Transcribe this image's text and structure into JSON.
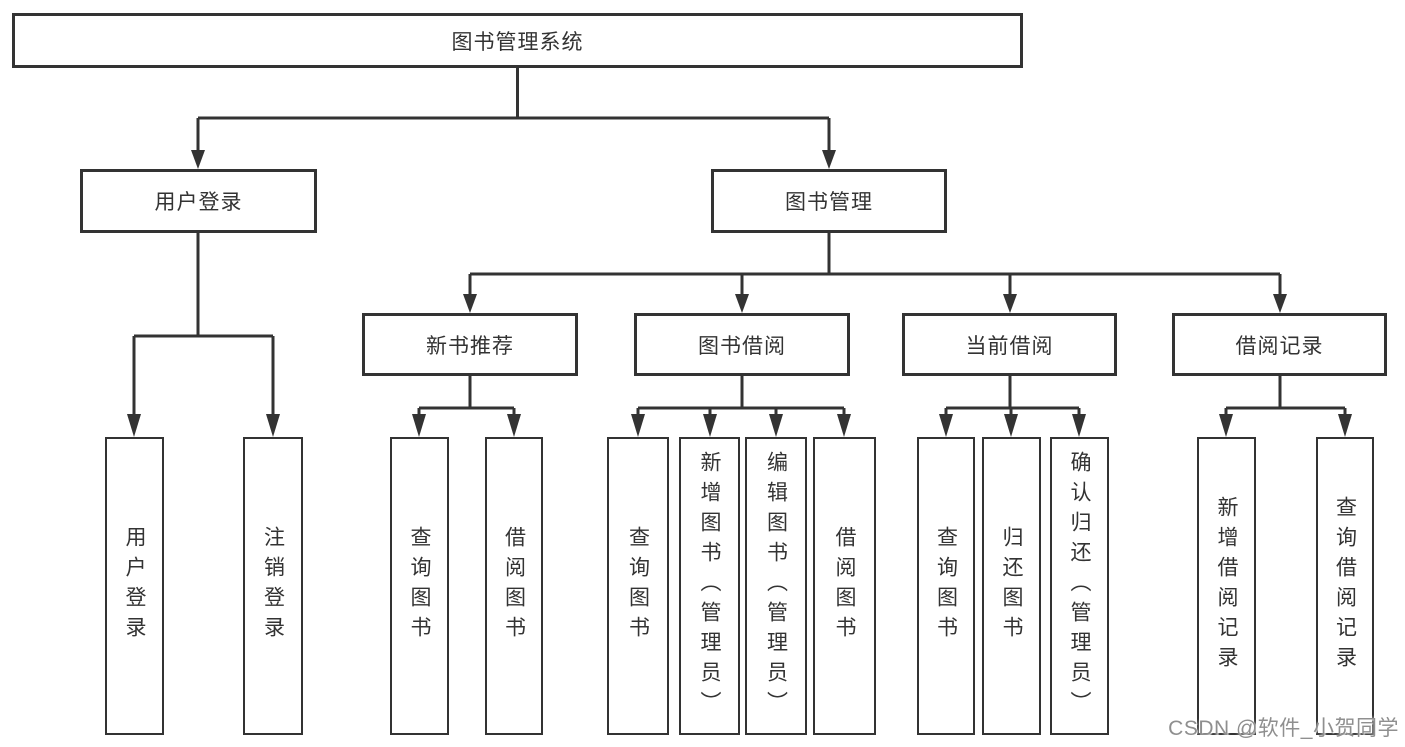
{
  "diagram": {
    "root": {
      "label": "图书管理系统"
    },
    "level2": [
      {
        "id": "user-login",
        "label": "用户登录"
      },
      {
        "id": "book-management",
        "label": "图书管理"
      }
    ],
    "level3": [
      {
        "id": "new-book-recommend",
        "label": "新书推荐",
        "parent": "图书管理"
      },
      {
        "id": "book-borrow",
        "label": "图书借阅",
        "parent": "图书管理"
      },
      {
        "id": "current-borrow",
        "label": "当前借阅",
        "parent": "图书管理"
      },
      {
        "id": "borrow-records",
        "label": "借阅记录",
        "parent": "图书管理"
      }
    ],
    "leaves": [
      {
        "label": "用户登录",
        "parent": "用户登录"
      },
      {
        "label": "注销登录",
        "parent": "用户登录"
      },
      {
        "label": "查询图书",
        "parent": "新书推荐"
      },
      {
        "label": "借阅图书",
        "parent": "新书推荐"
      },
      {
        "label": "查询图书",
        "parent": "图书借阅"
      },
      {
        "label": "新增图书（管理员）",
        "parent": "图书借阅"
      },
      {
        "label": "编辑图书（管理员）",
        "parent": "图书借阅"
      },
      {
        "label": "借阅图书",
        "parent": "图书借阅"
      },
      {
        "label": "查询图书",
        "parent": "当前借阅"
      },
      {
        "label": "归还图书",
        "parent": "当前借阅"
      },
      {
        "label": "确认归还（管理员）",
        "parent": "当前借阅"
      },
      {
        "label": "新增借阅记录",
        "parent": "借阅记录"
      },
      {
        "label": "查询借阅记录",
        "parent": "借阅记录"
      }
    ]
  },
  "watermark": {
    "text": "CSDN @软件_小贺同学"
  },
  "colors": {
    "line": "#333333",
    "text": "#333333",
    "background": "#ffffff",
    "watermark": "#8f8f8f"
  }
}
